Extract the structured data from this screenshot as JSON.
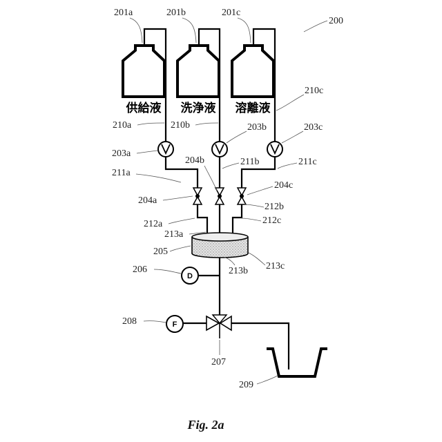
{
  "figure": {
    "caption": "Fig. 2a",
    "system_ref": "200",
    "bottles": [
      {
        "ref": "201a",
        "label": "供給液"
      },
      {
        "ref": "201b",
        "label": "洗浄液"
      },
      {
        "ref": "201c",
        "label": "溶離液"
      }
    ],
    "lines": [
      "210a",
      "210b",
      "210c"
    ],
    "pumps": [
      "203a",
      "203b",
      "203c"
    ],
    "pump_outlets": [
      "211a",
      "211b",
      "211c"
    ],
    "check_valves": [
      "204a",
      "204b",
      "204c"
    ],
    "valve_outlets": [
      "212a",
      "212b",
      "212c"
    ],
    "inlets": [
      "213a",
      "213b",
      "213c"
    ],
    "column": "205",
    "detector": {
      "ref": "206",
      "symbol": "D"
    },
    "valve": "207",
    "fraction_collector": {
      "ref": "208",
      "symbol": "F"
    },
    "waste": "209"
  }
}
